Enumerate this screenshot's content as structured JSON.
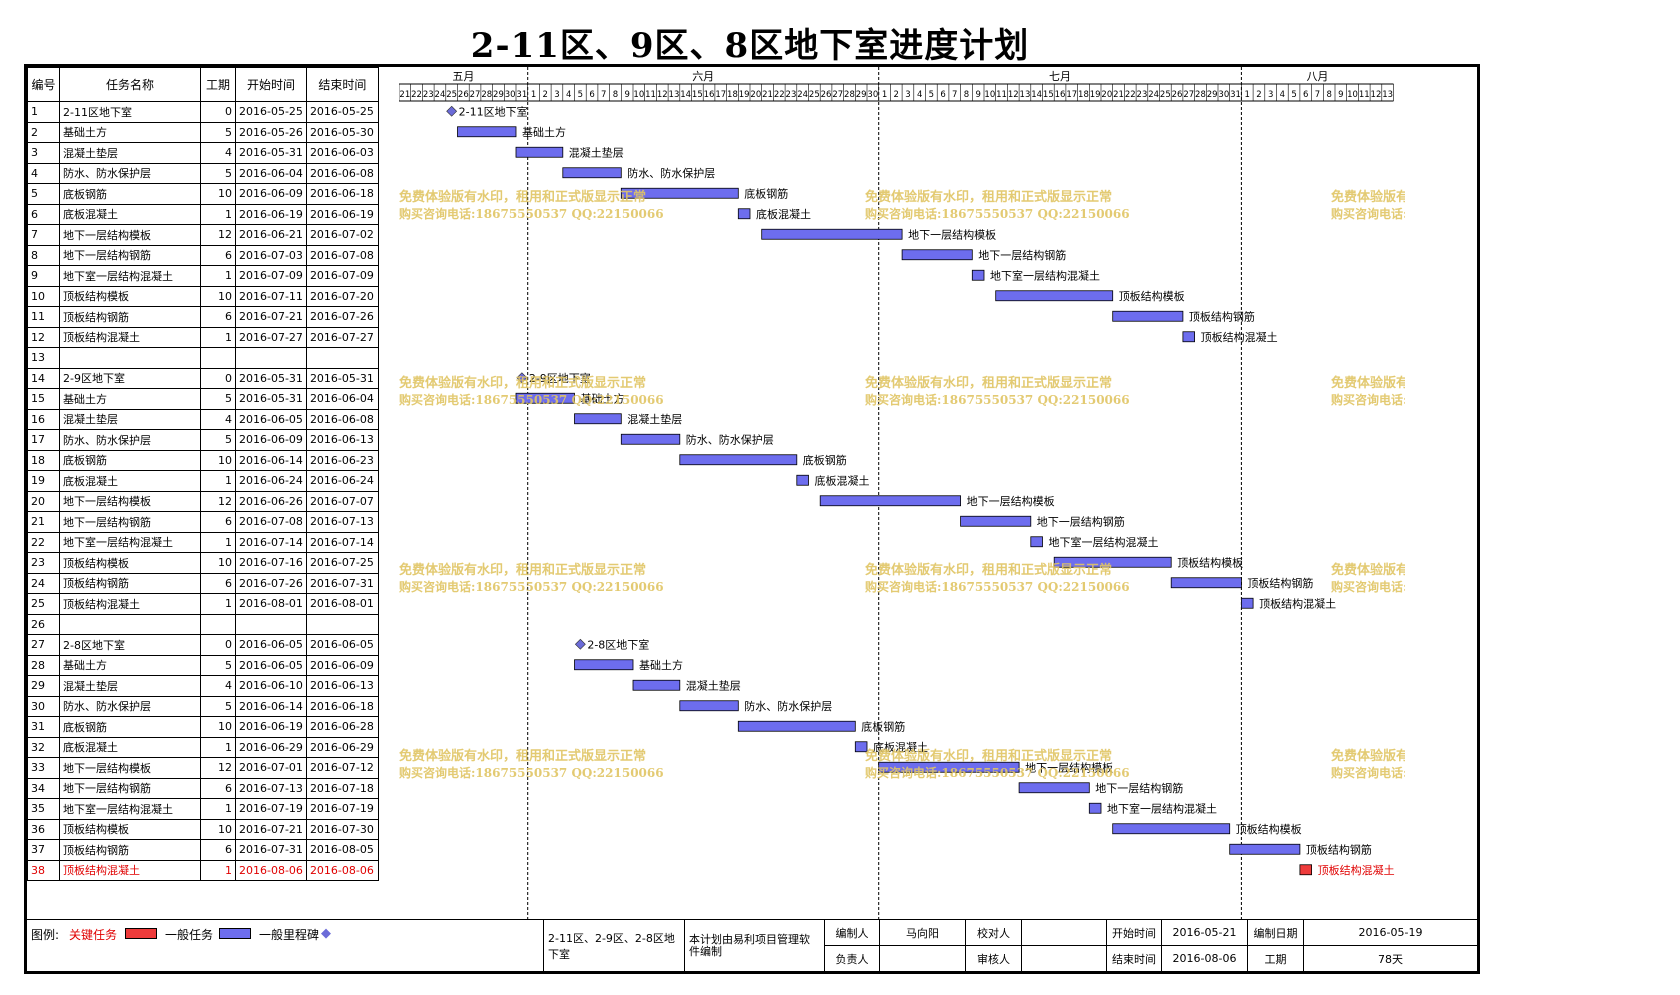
{
  "title": "2-11区、9区、8区地下室进度计划",
  "columns": {
    "id": "编号",
    "name": "任务名称",
    "dur": "工期",
    "start": "开始时间",
    "end": "结束时间"
  },
  "months": [
    {
      "label": "五月",
      "days": [
        "21",
        "22",
        "23",
        "24",
        "25",
        "26",
        "27",
        "28",
        "29",
        "30",
        "31"
      ]
    },
    {
      "label": "六月",
      "days": [
        "1",
        "2",
        "3",
        "4",
        "5",
        "6",
        "7",
        "8",
        "9",
        "10",
        "11",
        "12",
        "13",
        "14",
        "15",
        "16",
        "17",
        "18",
        "19",
        "20",
        "21",
        "22",
        "23",
        "24",
        "25",
        "26",
        "27",
        "28",
        "29",
        "30"
      ]
    },
    {
      "label": "七月",
      "days": [
        "1",
        "2",
        "3",
        "4",
        "5",
        "6",
        "7",
        "8",
        "9",
        "10",
        "11",
        "12",
        "13",
        "14",
        "15",
        "16",
        "17",
        "18",
        "19",
        "20",
        "21",
        "22",
        "23",
        "24",
        "25",
        "26",
        "27",
        "28",
        "29",
        "30",
        "31"
      ]
    },
    {
      "label": "八月",
      "days": [
        "1",
        "2",
        "3",
        "4",
        "5",
        "6",
        "7",
        "8",
        "9",
        "10",
        "11",
        "12",
        "13"
      ]
    }
  ],
  "tasks": [
    {
      "id": "1",
      "name": "2-11区地下室",
      "dur": "0",
      "start": "2016-05-25",
      "end": "2016-05-25",
      "type": "milestone"
    },
    {
      "id": "2",
      "name": "基础土方",
      "dur": "5",
      "start": "2016-05-26",
      "end": "2016-05-30",
      "type": "normal"
    },
    {
      "id": "3",
      "name": "混凝土垫层",
      "dur": "4",
      "start": "2016-05-31",
      "end": "2016-06-03",
      "type": "normal"
    },
    {
      "id": "4",
      "name": "防水、防水保护层",
      "dur": "5",
      "start": "2016-06-04",
      "end": "2016-06-08",
      "type": "normal"
    },
    {
      "id": "5",
      "name": "底板钢筋",
      "dur": "10",
      "start": "2016-06-09",
      "end": "2016-06-18",
      "type": "normal"
    },
    {
      "id": "6",
      "name": "底板混凝土",
      "dur": "1",
      "start": "2016-06-19",
      "end": "2016-06-19",
      "type": "normal"
    },
    {
      "id": "7",
      "name": "地下一层结构模板",
      "dur": "12",
      "start": "2016-06-21",
      "end": "2016-07-02",
      "type": "normal"
    },
    {
      "id": "8",
      "name": "地下一层结构钢筋",
      "dur": "6",
      "start": "2016-07-03",
      "end": "2016-07-08",
      "type": "normal"
    },
    {
      "id": "9",
      "name": "地下室一层结构混凝土",
      "dur": "1",
      "start": "2016-07-09",
      "end": "2016-07-09",
      "type": "normal"
    },
    {
      "id": "10",
      "name": "顶板结构模板",
      "dur": "10",
      "start": "2016-07-11",
      "end": "2016-07-20",
      "type": "normal"
    },
    {
      "id": "11",
      "name": "顶板结构钢筋",
      "dur": "6",
      "start": "2016-07-21",
      "end": "2016-07-26",
      "type": "normal"
    },
    {
      "id": "12",
      "name": "顶板结构混凝土",
      "dur": "1",
      "start": "2016-07-27",
      "end": "2016-07-27",
      "type": "normal"
    },
    {
      "id": "13",
      "name": "",
      "dur": "",
      "start": "",
      "end": "",
      "type": "blank"
    },
    {
      "id": "14",
      "name": "2-9区地下室",
      "dur": "0",
      "start": "2016-05-31",
      "end": "2016-05-31",
      "type": "milestone"
    },
    {
      "id": "15",
      "name": "基础土方",
      "dur": "5",
      "start": "2016-05-31",
      "end": "2016-06-04",
      "type": "normal"
    },
    {
      "id": "16",
      "name": "混凝土垫层",
      "dur": "4",
      "start": "2016-06-05",
      "end": "2016-06-08",
      "type": "normal"
    },
    {
      "id": "17",
      "name": "防水、防水保护层",
      "dur": "5",
      "start": "2016-06-09",
      "end": "2016-06-13",
      "type": "normal"
    },
    {
      "id": "18",
      "name": "底板钢筋",
      "dur": "10",
      "start": "2016-06-14",
      "end": "2016-06-23",
      "type": "normal"
    },
    {
      "id": "19",
      "name": "底板混凝土",
      "dur": "1",
      "start": "2016-06-24",
      "end": "2016-06-24",
      "type": "normal"
    },
    {
      "id": "20",
      "name": "地下一层结构模板",
      "dur": "12",
      "start": "2016-06-26",
      "end": "2016-07-07",
      "type": "normal"
    },
    {
      "id": "21",
      "name": "地下一层结构钢筋",
      "dur": "6",
      "start": "2016-07-08",
      "end": "2016-07-13",
      "type": "normal"
    },
    {
      "id": "22",
      "name": "地下室一层结构混凝土",
      "dur": "1",
      "start": "2016-07-14",
      "end": "2016-07-14",
      "type": "normal"
    },
    {
      "id": "23",
      "name": "顶板结构模板",
      "dur": "10",
      "start": "2016-07-16",
      "end": "2016-07-25",
      "type": "normal"
    },
    {
      "id": "24",
      "name": "顶板结构钢筋",
      "dur": "6",
      "start": "2016-07-26",
      "end": "2016-07-31",
      "type": "normal"
    },
    {
      "id": "25",
      "name": "顶板结构混凝土",
      "dur": "1",
      "start": "2016-08-01",
      "end": "2016-08-01",
      "type": "normal"
    },
    {
      "id": "26",
      "name": "",
      "dur": "",
      "start": "",
      "end": "",
      "type": "blank"
    },
    {
      "id": "27",
      "name": "2-8区地下室",
      "dur": "0",
      "start": "2016-06-05",
      "end": "2016-06-05",
      "type": "milestone"
    },
    {
      "id": "28",
      "name": "基础土方",
      "dur": "5",
      "start": "2016-06-05",
      "end": "2016-06-09",
      "type": "normal"
    },
    {
      "id": "29",
      "name": "混凝土垫层",
      "dur": "4",
      "start": "2016-06-10",
      "end": "2016-06-13",
      "type": "normal"
    },
    {
      "id": "30",
      "name": "防水、防水保护层",
      "dur": "5",
      "start": "2016-06-14",
      "end": "2016-06-18",
      "type": "normal"
    },
    {
      "id": "31",
      "name": "底板钢筋",
      "dur": "10",
      "start": "2016-06-19",
      "end": "2016-06-28",
      "type": "normal"
    },
    {
      "id": "32",
      "name": "底板混凝土",
      "dur": "1",
      "start": "2016-06-29",
      "end": "2016-06-29",
      "type": "normal"
    },
    {
      "id": "33",
      "name": "地下一层结构模板",
      "dur": "12",
      "start": "2016-07-01",
      "end": "2016-07-12",
      "type": "normal"
    },
    {
      "id": "34",
      "name": "地下一层结构钢筋",
      "dur": "6",
      "start": "2016-07-13",
      "end": "2016-07-18",
      "type": "normal"
    },
    {
      "id": "35",
      "name": "地下室一层结构混凝土",
      "dur": "1",
      "start": "2016-07-19",
      "end": "2016-07-19",
      "type": "normal"
    },
    {
      "id": "36",
      "name": "顶板结构模板",
      "dur": "10",
      "start": "2016-07-21",
      "end": "2016-07-30",
      "type": "normal"
    },
    {
      "id": "37",
      "name": "顶板结构钢筋",
      "dur": "6",
      "start": "2016-07-31",
      "end": "2016-08-05",
      "type": "normal"
    },
    {
      "id": "38",
      "name": "顶板结构混凝土",
      "dur": "1",
      "start": "2016-08-06",
      "end": "2016-08-06",
      "type": "critical"
    }
  ],
  "legend": {
    "label": "图例:",
    "critical": "关键任务",
    "normal": "一般任务",
    "milestone": "一般里程碑"
  },
  "footer": {
    "project": "2-11区、2-9区、2-8区地下室",
    "software_note": "本计划由易利项目管理软件编制",
    "author_label": "编制人",
    "author": "马向阳",
    "checker_label": "校对人",
    "checker": "",
    "owner_label": "负责人",
    "owner": "",
    "reviewer_label": "审核人",
    "reviewer": "",
    "start_label": "开始时间",
    "start": "2016-05-21",
    "end_label": "结束时间",
    "end": "2016-08-06",
    "made_label": "编制日期",
    "made": "2016-05-19",
    "dur_label": "工期",
    "dur": "78天"
  },
  "watermark": {
    "line1": "免费体验版有水印，租用和正式版显示正常",
    "line2": "购买咨询电话:18675550537 QQ:22150066"
  },
  "colors": {
    "normal_bar": "#6d6dee",
    "critical_bar": "#ee3b3b",
    "milestone": "#6b6bd8",
    "critical_text": "#e00000",
    "watermark": "#e0c463"
  }
}
